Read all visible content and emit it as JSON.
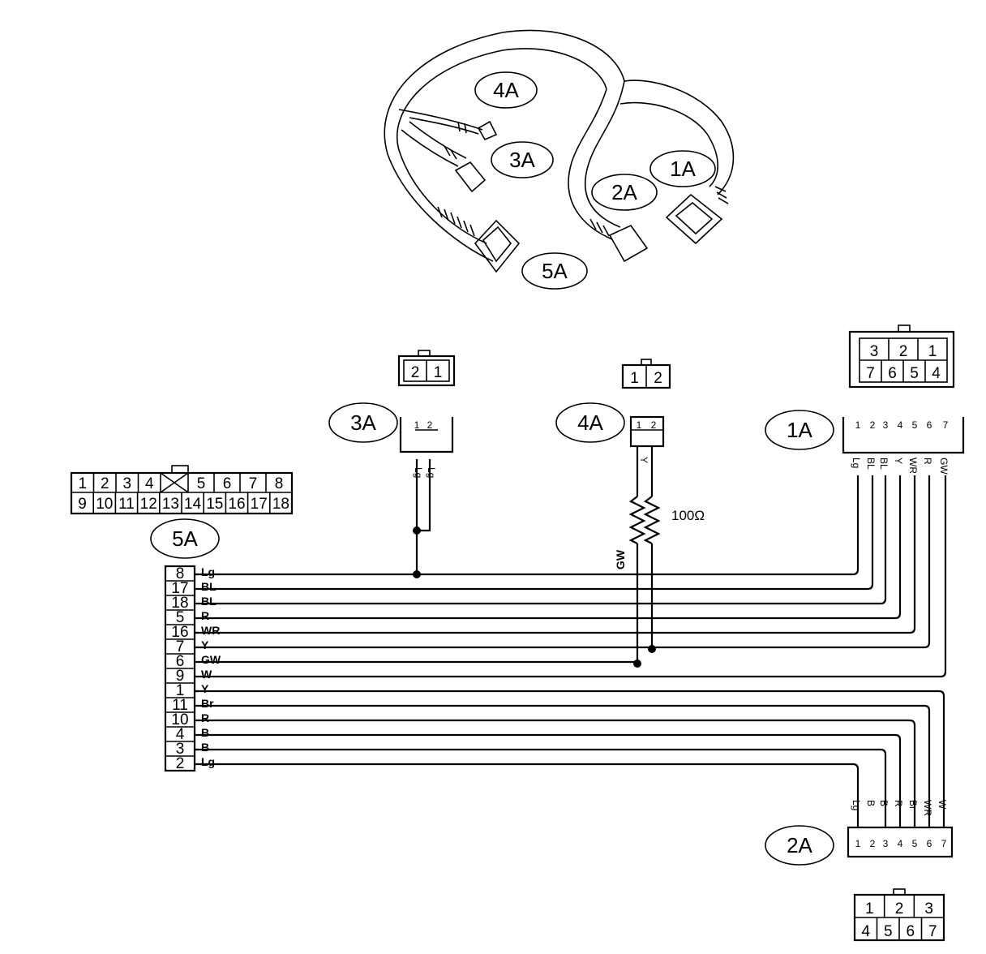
{
  "labels": {
    "c1": "1A",
    "c2": "2A",
    "c3": "3A",
    "c4": "4A",
    "c5": "5A",
    "resistor": "100Ω"
  },
  "connector_5a_face": {
    "top": [
      "1",
      "2",
      "3",
      "4",
      "5",
      "6",
      "7",
      "8"
    ],
    "bottom": [
      "9",
      "10",
      "11",
      "12",
      "13",
      "14",
      "15",
      "16",
      "17",
      "18"
    ]
  },
  "connector_3a_face": [
    "2",
    "1"
  ],
  "connector_4a_face": [
    "1",
    "2"
  ],
  "connector_1a_face": {
    "top": [
      "3",
      "2",
      "1"
    ],
    "bottom": [
      "7",
      "6",
      "5",
      "4"
    ]
  },
  "connector_2a_face": {
    "top": [
      "1",
      "2",
      "3"
    ],
    "bottom": [
      "4",
      "5",
      "6",
      "7"
    ]
  },
  "connector_5a_pins": [
    "8",
    "17",
    "18",
    "5",
    "16",
    "7",
    "6",
    "9",
    "1",
    "11",
    "10",
    "4",
    "3",
    "2"
  ],
  "wire_colors": [
    "Lg",
    "BL",
    "BL",
    "R",
    "WR",
    "Y",
    "GW",
    "W",
    "Y",
    "Br",
    "R",
    "B",
    "B",
    "Lg"
  ],
  "wire_3a": [
    "Lg",
    "Lg"
  ],
  "wire_4a": [
    "Y",
    "GW"
  ],
  "wire_1a": [
    "Lg",
    "BL",
    "BL",
    "Y",
    "WR",
    "R",
    "GW"
  ],
  "wire_2a": [
    "Lg",
    "B",
    "B",
    "R",
    "Br",
    "WR",
    "W"
  ],
  "pins_3a": [
    "1",
    "2"
  ],
  "pins_4a": [
    "1",
    "2"
  ],
  "pins_1a": [
    "1",
    "2",
    "3",
    "4",
    "5",
    "6",
    "7"
  ],
  "pins_2a": [
    "1",
    "2",
    "3",
    "4",
    "5",
    "6",
    "7"
  ]
}
